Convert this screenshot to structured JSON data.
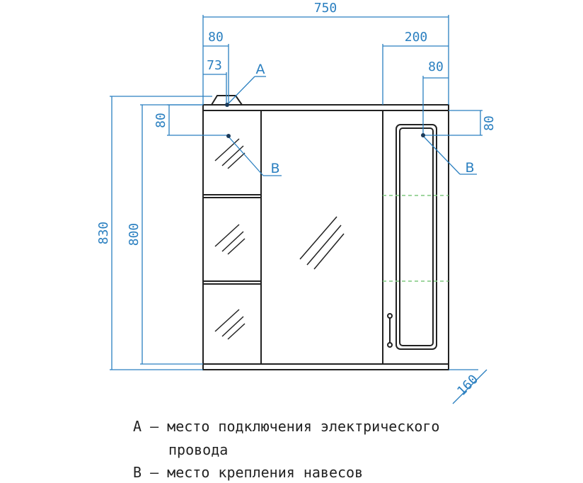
{
  "dimensions": {
    "overall_width": "750",
    "left_width": "80",
    "connector_offset": "73",
    "right_section_width": "200",
    "right_hook_offset": "80",
    "left_vertical_offset": "80",
    "right_vertical_offset": "80",
    "total_height": "830",
    "body_height": "800",
    "depth": "160"
  },
  "callouts": {
    "a": "A",
    "b_left": "B",
    "b_right": "B"
  },
  "legend": {
    "line1": "A – место подключения электрического",
    "line2": "провода",
    "line3": "B – место крепления навесов"
  },
  "colors": {
    "dimension_lines": "#2a7fc0",
    "outline": "#222222",
    "shelf_marks": "#7fc97f"
  }
}
